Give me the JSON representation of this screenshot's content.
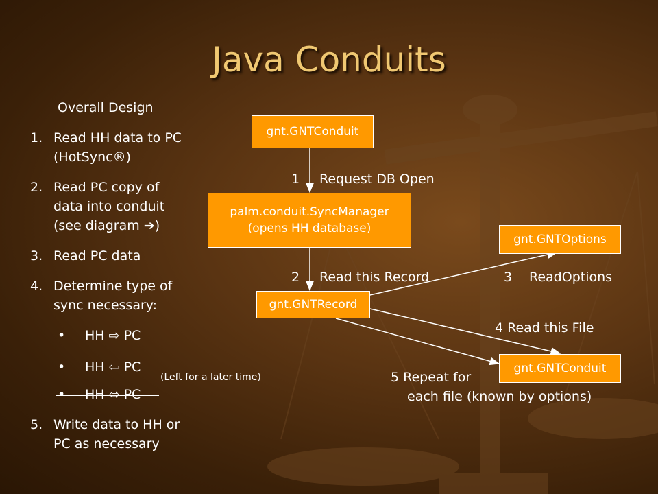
{
  "title": "Java Conduits",
  "left": {
    "heading": "Overall Design",
    "items": [
      {
        "num": "1.",
        "text": "Read HH data to PC (HotSync®)"
      },
      {
        "num": "2.",
        "text": "Read PC copy of data into conduit (see diagram ➔)"
      },
      {
        "num": "3.",
        "text": "Read PC data"
      },
      {
        "num": "4.",
        "text": "Determine type of sync necessary:"
      },
      {
        "num": "5.",
        "text": "Write data to HH or PC as necessary"
      }
    ],
    "bullets": [
      {
        "dot": "•",
        "text": "HH ⇨ PC"
      },
      {
        "dot": "•",
        "text": "HH ⇦ PC"
      },
      {
        "dot": "•",
        "text": "HH ⬄ PC"
      }
    ],
    "later_note": "(Left for a later time)"
  },
  "diagram": {
    "boxes": {
      "conduit_top": "gnt.GNTConduit",
      "sync_manager_1": "palm.conduit.SyncManager",
      "sync_manager_2": "(opens HH database)",
      "record": "gnt.GNTRecord",
      "options": "gnt.GNTOptions",
      "conduit_bottom": "gnt.GNTConduit"
    },
    "labels": {
      "step1_num": "1",
      "step1": "Request DB Open",
      "step2_num": "2",
      "step2": "Read this Record",
      "step3_num": "3",
      "step3": "ReadOptions",
      "step4": "4  Read this File",
      "step5_a": "5  Repeat for",
      "step5_b": "each file (known by options)"
    },
    "colors": {
      "box_fill": "#ff9900",
      "box_border": "#ffffff",
      "arrow": "#ffffff"
    }
  }
}
